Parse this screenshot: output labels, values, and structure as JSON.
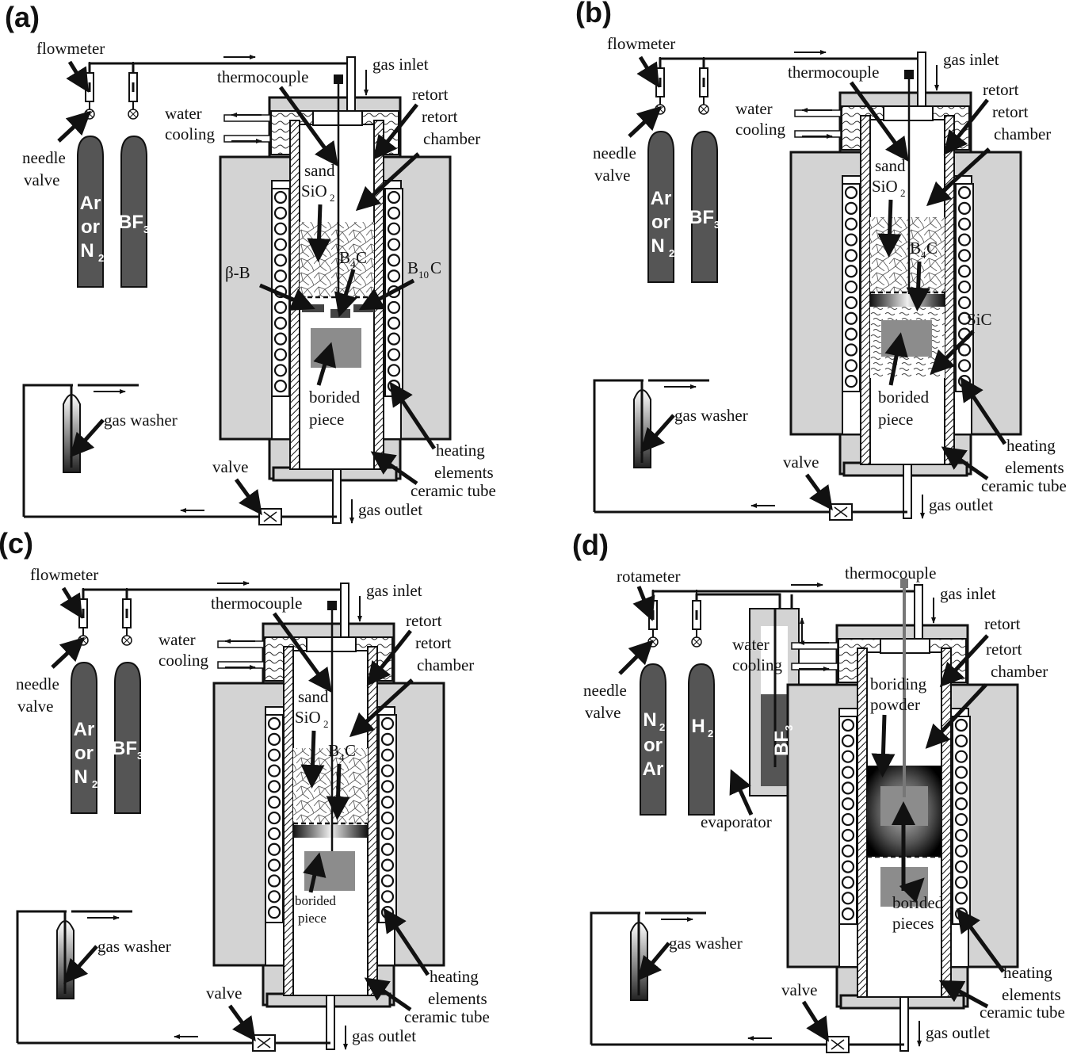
{
  "panels": [
    {
      "id": "a",
      "label": "(a)",
      "texts": {
        "flowmeter": "flowmeter",
        "needle_valve_1": "needle",
        "needle_valve_2": "valve",
        "thermocouple": "thermocouple",
        "gas_inlet": "gas inlet",
        "water_1": "water",
        "water_2": "cooling",
        "retort": "retort",
        "retort_chamber_1": "retort",
        "retort_chamber_2": "chamber",
        "sand": "sand",
        "sio2": "SiO",
        "sio2_sub": "2",
        "b4c": "B",
        "b4c_sub": "4",
        "b4c_c": "C",
        "beta_b": "β-B",
        "b10c": "B",
        "b10c_sub": "10",
        "b10c_c": "C",
        "borided_1": "borided",
        "borided_2": "piece",
        "gas_washer": "gas washer",
        "valve": "valve",
        "heating_1": "heating",
        "heating_2": "elements",
        "ceramic": "ceramic tube",
        "gas_outlet": "gas outlet",
        "cyl1_l1": "Ar",
        "cyl1_l2": "or",
        "cyl1_l3": "N",
        "cyl1_sub": "2",
        "cyl2": "BF",
        "cyl2_sub": "3"
      }
    },
    {
      "id": "b",
      "label": "(b)",
      "texts": {
        "flowmeter": "flowmeter",
        "needle_valve_1": "needle",
        "needle_valve_2": "valve",
        "thermocouple": "thermocouple",
        "gas_inlet": "gas inlet",
        "water_1": "water",
        "water_2": "cooling",
        "retort": "retort",
        "retort_chamber_1": "retort",
        "retort_chamber_2": "chamber",
        "sand": "sand",
        "sio2": "SiO",
        "sio2_sub": "2",
        "b4c": "B",
        "b4c_sub": "4",
        "b4c_c": "C",
        "sic": "SiC",
        "borided_1": "borided",
        "borided_2": "piece",
        "gas_washer": "gas washer",
        "valve": "valve",
        "heating_1": "heating",
        "heating_2": "elements",
        "ceramic": "ceramic tube",
        "gas_outlet": "gas outlet",
        "cyl1_l1": "Ar",
        "cyl1_l2": "or",
        "cyl1_l3": "N",
        "cyl1_sub": "2",
        "cyl2": "BF",
        "cyl2_sub": "3"
      }
    },
    {
      "id": "c",
      "label": "(c)",
      "texts": {
        "flowmeter": "flowmeter",
        "needle_valve_1": "needle",
        "needle_valve_2": "valve",
        "thermocouple": "thermocouple",
        "gas_inlet": "gas inlet",
        "water_1": "water",
        "water_2": "cooling",
        "retort": "retort",
        "retort_chamber_1": "retort",
        "retort_chamber_2": "chamber",
        "sand": "sand",
        "sio2": "SiO",
        "sio2_sub": "2",
        "b4c": "B",
        "b4c_sub": "4",
        "b4c_c": "C",
        "borided_1": "borided",
        "borided_2": "piece",
        "gas_washer": "gas washer",
        "valve": "valve",
        "heating_1": "heating",
        "heating_2": "elements",
        "ceramic": "ceramic tube",
        "gas_outlet": "gas outlet",
        "cyl1_l1": "Ar",
        "cyl1_l2": "or",
        "cyl1_l3": "N",
        "cyl1_sub": "2",
        "cyl2": "BF",
        "cyl2_sub": "3"
      }
    },
    {
      "id": "d",
      "label": "(d)",
      "texts": {
        "rotameter": "rotameter",
        "needle_valve_1": "needle",
        "needle_valve_2": "valve",
        "thermocouple": "thermocouple",
        "gas_inlet": "gas inlet",
        "water_1": "water",
        "water_2": "cooling",
        "retort": "retort",
        "retort_chamber_1": "retort",
        "retort_chamber_2": "chamber",
        "boriding_1": "boriding",
        "boriding_2": "powder",
        "evaporator": "evaporator",
        "evap_bf": "BF",
        "evap_bf_sub": "3",
        "borided_1": "borided",
        "borided_2": "pieces",
        "gas_washer": "gas washer",
        "valve": "valve",
        "heating_1": "heating",
        "heating_2": "elements",
        "ceramic": "ceramic tube",
        "gas_outlet": "gas outlet",
        "cyl1_l1": "N",
        "cyl1_sub": "2",
        "cyl1_l2": "or",
        "cyl1_l3": "Ar",
        "cyl2": "H",
        "cyl2_sub": "2"
      }
    }
  ],
  "colors": {
    "cylinder": "#555555",
    "furnace": "#d3d3d3",
    "block": "#8c8c8c",
    "line": "#111111"
  }
}
